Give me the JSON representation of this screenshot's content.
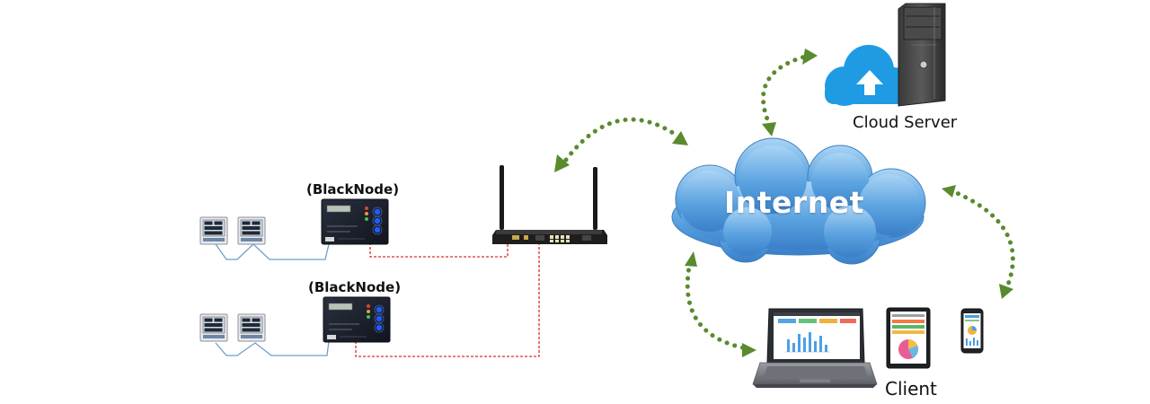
{
  "diagram": {
    "nodes": {
      "blacknode_top": {
        "label": "(BlackNode)"
      },
      "blacknode_bottom": {
        "label": "(BlackNode)"
      },
      "internet": {
        "label": "Internet"
      },
      "cloud_server": {
        "label": "Cloud Server"
      },
      "client": {
        "label": "Client"
      }
    },
    "colors": {
      "arrow": "#5a8a2e",
      "wire_red": "#d9302a",
      "wire_blue": "#6f9ecf",
      "cloud_light": "#8cc3ee",
      "cloud_dark": "#3d86cf",
      "upload_cloud": "#1e9be3",
      "device_dark": "#1b1f2b"
    },
    "icons": [
      "energy-meter-icon",
      "blacknode-device-icon",
      "router-icon",
      "internet-cloud-icon",
      "cloud-upload-icon",
      "server-tower-icon",
      "laptop-icon",
      "tablet-icon",
      "smartphone-icon"
    ]
  }
}
